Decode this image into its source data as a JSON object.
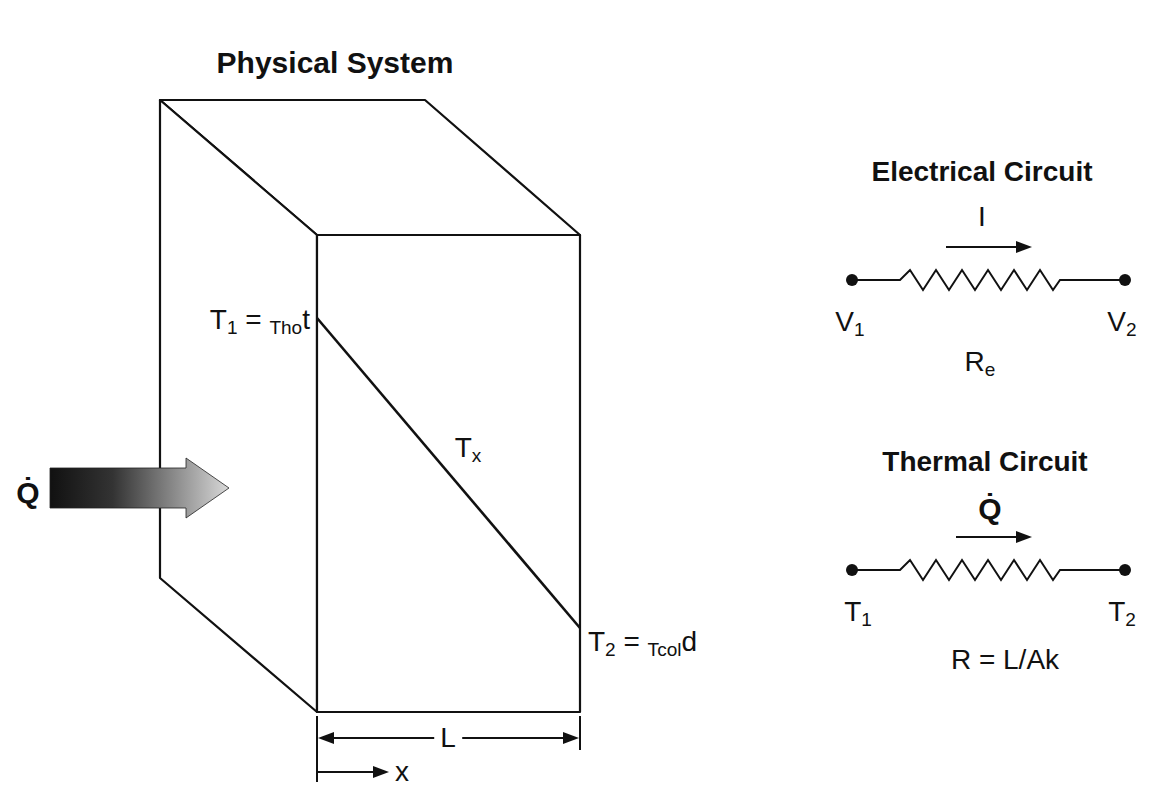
{
  "diagram": {
    "labels": [
      "Physical System",
      "T1 = Thot",
      "Tx",
      "Q̇",
      "T2 = Tcold",
      "L",
      "x",
      "Electrical Circuit",
      "I",
      "V1",
      "V2",
      "Re",
      "Thermal Circuit",
      "Q̇",
      "T1",
      "T2",
      "R = L/Ak"
    ]
  }
}
